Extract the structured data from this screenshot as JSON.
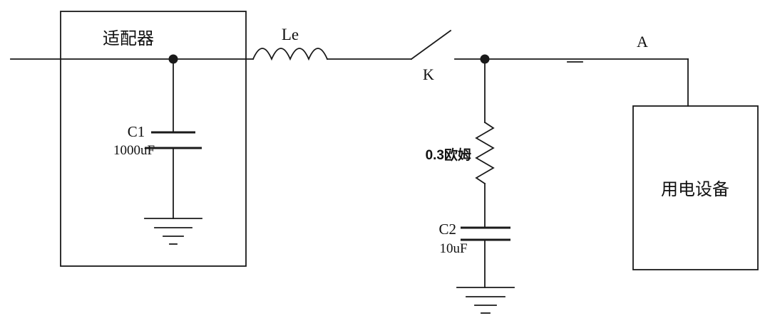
{
  "diagram": {
    "title": "adapter-load-circuit-schematic",
    "labels": {
      "adapter": "适配器",
      "c1_name": "C1",
      "c1_value": "1000uF",
      "inductor": "Le",
      "switch": "K",
      "resistor_value": "0.3欧姆",
      "c2_name": "C2",
      "c2_value": "10uF",
      "node_a": "A",
      "load": "用电设备"
    },
    "colors": {
      "line": "#1a1a1a",
      "background": "#ffffff"
    }
  }
}
